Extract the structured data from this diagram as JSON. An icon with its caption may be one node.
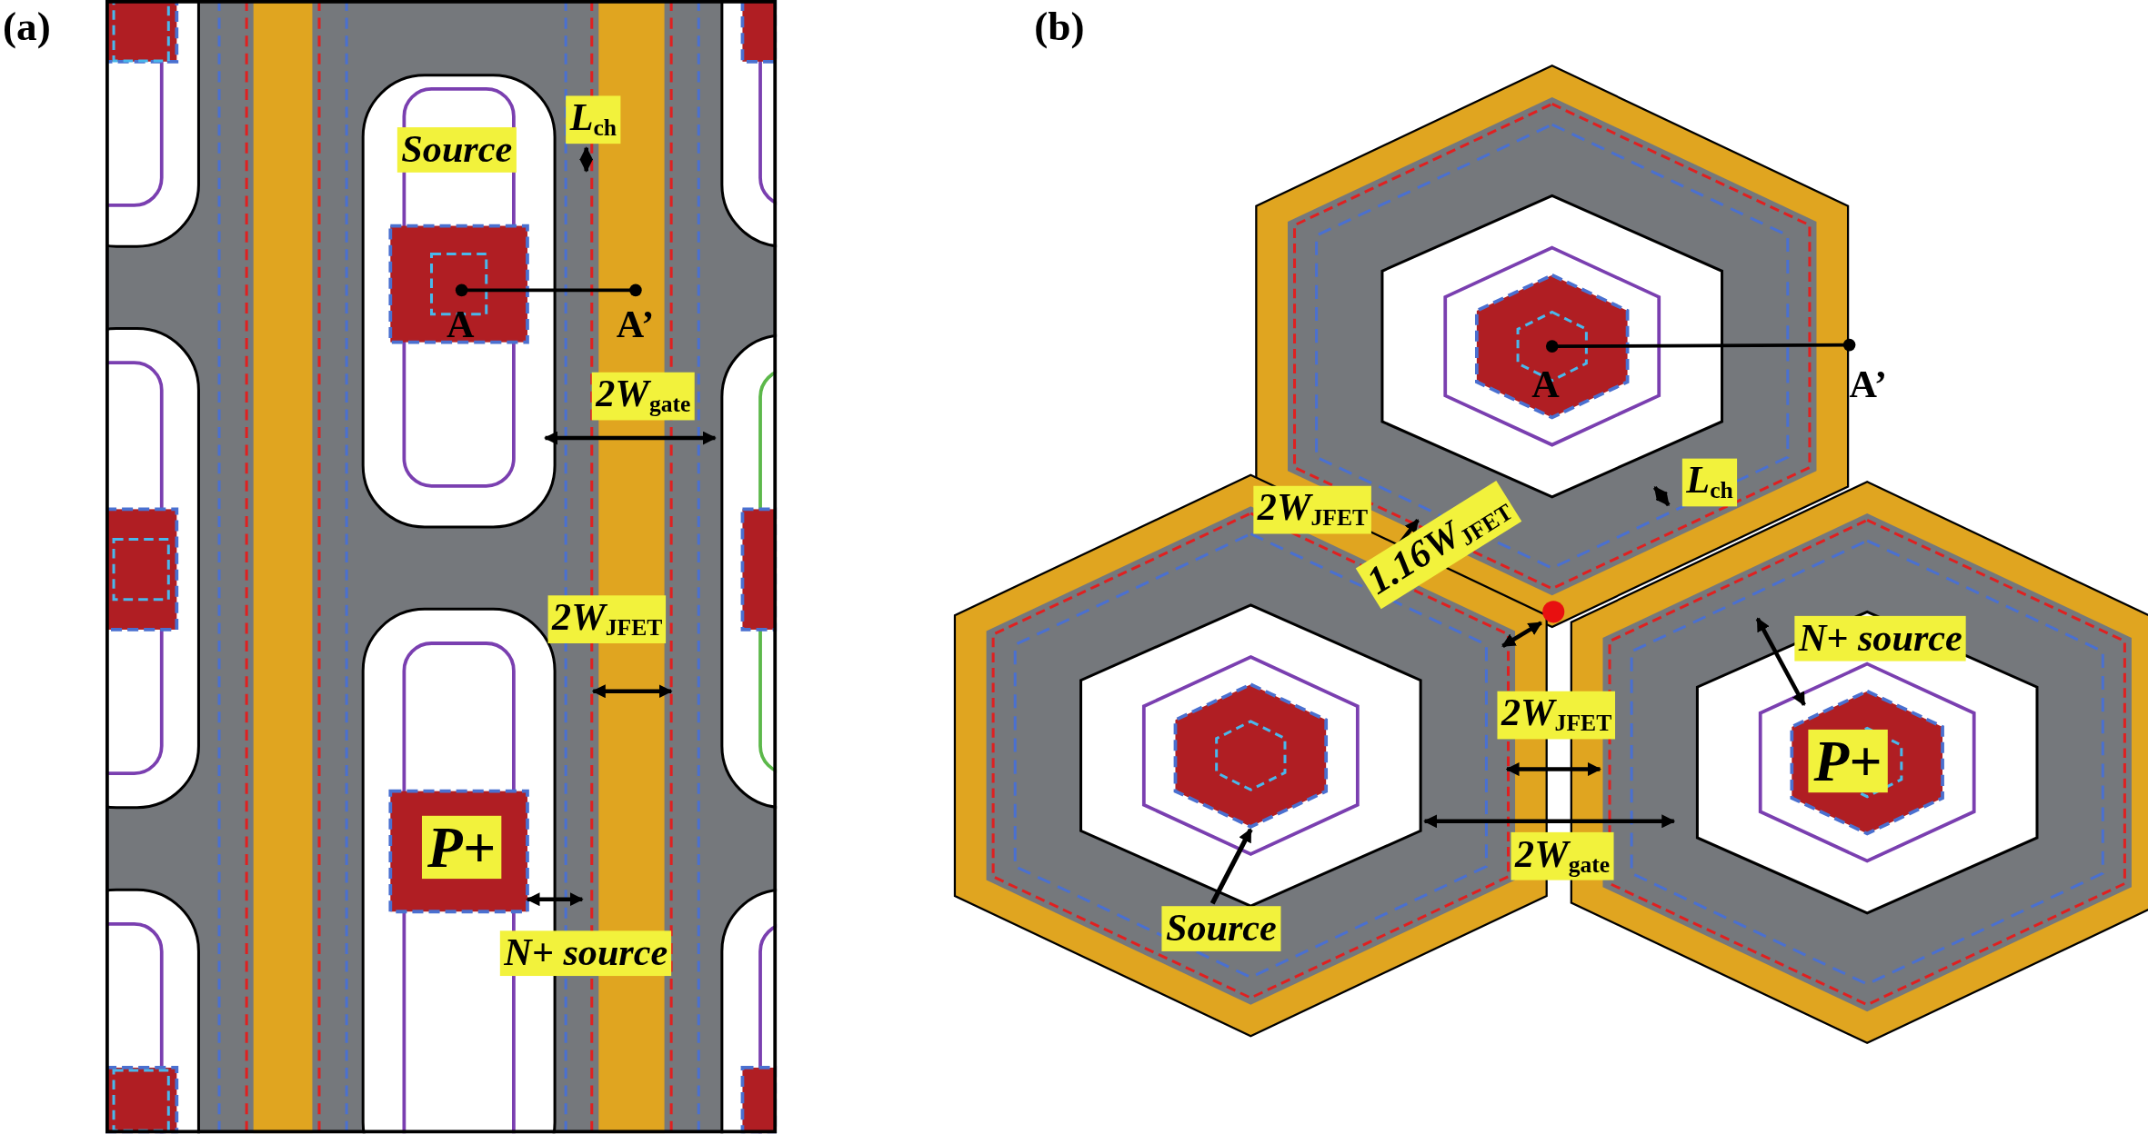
{
  "diagram": {
    "nodes": [
      {
        "text": [
          "Source"
        ]
      },
      {
        "text": [
          "Source"
        ]
      },
      {
        "text": [],
        "shape": "hexagon"
      }
    ],
    "edges": [
      {
        "from": 1,
        "to": 2,
        "arrow": "to"
      }
    ],
    "labels": [
      "(a)",
      "L$_{ch}$",
      "A",
      "A’",
      "2W$_{gate}$",
      "2W$_{JFET}$",
      "P+",
      "N+ source",
      "(b)",
      "A",
      "A’",
      "L$_{ch}$",
      "2W$_{JFET}$",
      "1.16W$_{JFET}$",
      "N+ source",
      "2W$_{JFET}$",
      "P+",
      "2W$_{gate}$"
    ]
  }
}
